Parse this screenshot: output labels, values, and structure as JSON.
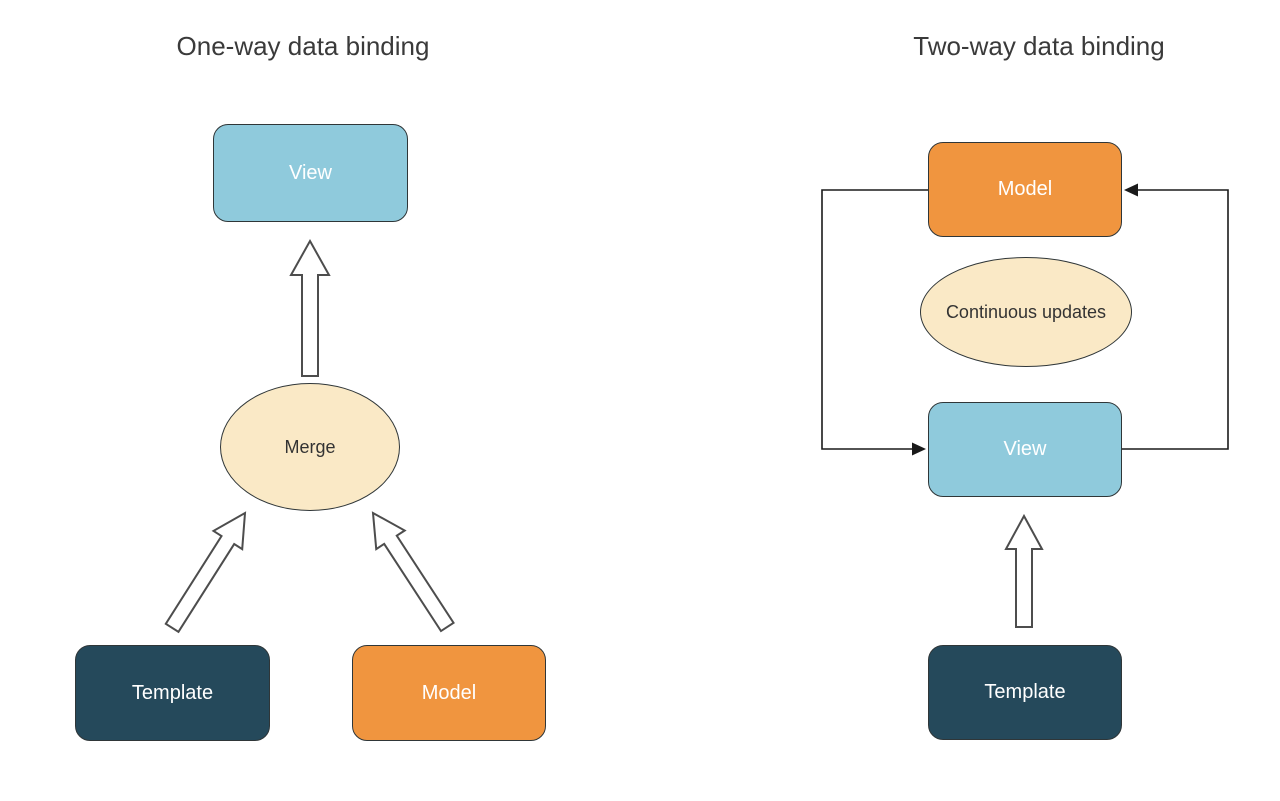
{
  "colors": {
    "page_bg": "#ffffff",
    "blue": "#8fcadc",
    "orange": "#f0953f",
    "navy": "#25495b",
    "cream": "#fae9c6",
    "shape_border": "#2f3638",
    "connector": "#1a1a1a",
    "block_arrow_fill": "#ffffff",
    "block_arrow_stroke": "#4d4d4d",
    "title_text": "#3a3a3a",
    "box_text": "#ffffff",
    "ellipse_text": "#333333"
  },
  "left_diagram": {
    "title": "One-way data binding",
    "nodes": {
      "view": {
        "label": "View"
      },
      "merge": {
        "label": "Merge"
      },
      "template": {
        "label": "Template"
      },
      "model": {
        "label": "Model"
      }
    },
    "arrows": [
      "merge-to-view-block-arrow",
      "template-to-merge-block-arrow",
      "model-to-merge-block-arrow"
    ]
  },
  "right_diagram": {
    "title": "Two-way data binding",
    "nodes": {
      "model": {
        "label": "Model"
      },
      "continuous_updates": {
        "label": "Continuous updates"
      },
      "view": {
        "label": "View"
      },
      "template": {
        "label": "Template"
      }
    },
    "arrows": [
      "model-to-view-loop-connector",
      "view-to-model-loop-connector",
      "template-to-view-block-arrow"
    ]
  }
}
